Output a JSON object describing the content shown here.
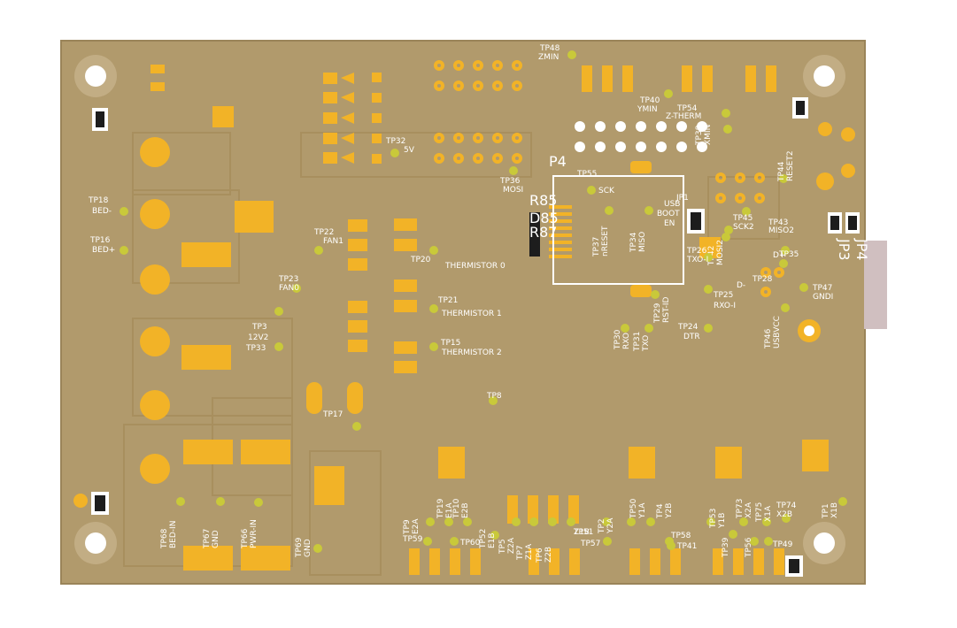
{
  "colors": {
    "board": "#b19a6c",
    "trace": "#a88f5e",
    "pad": "#f2b327",
    "testpoint": "#c9c93a",
    "silk": "#ffffff",
    "mount_ring": "#c2ad84",
    "connector": "#d0bfc0"
  },
  "testpoints": [
    {
      "id": "tp48",
      "label": "TP48",
      "sub": "ZMIN"
    },
    {
      "id": "tp40",
      "label": "TP40",
      "sub": "YMIN"
    },
    {
      "id": "tp54",
      "label": "TP54",
      "sub": "Z-THERM"
    },
    {
      "id": "tp38",
      "label": "TP38",
      "sub": "XMIN"
    },
    {
      "id": "tp44",
      "label": "TP44",
      "sub": "RESET2"
    },
    {
      "id": "tp32",
      "label": "TP32",
      "sub": "5V"
    },
    {
      "id": "tp36",
      "label": "TP36",
      "sub": "MOSI"
    },
    {
      "id": "tp55",
      "label": "TP55",
      "sub": "SCK"
    },
    {
      "id": "tp37",
      "label": "TP37",
      "sub": "nRESET"
    },
    {
      "id": "tp34",
      "label": "TP34",
      "sub": "MISO"
    },
    {
      "id": "tp45",
      "label": "TP45",
      "sub": "SCK2"
    },
    {
      "id": "tp43",
      "label": "TP43",
      "sub": "MISO2"
    },
    {
      "id": "tp42",
      "label": "TP42",
      "sub": "MOSI2"
    },
    {
      "id": "tp26",
      "label": "TP26",
      "sub": "TXO-I"
    },
    {
      "id": "tp35",
      "label": "TP35",
      "sub": "D+"
    },
    {
      "id": "tp28",
      "label": "TP28",
      "sub": "D-"
    },
    {
      "id": "tp47",
      "label": "TP47",
      "sub": "GNDI"
    },
    {
      "id": "tp25",
      "label": "TP25",
      "sub": "RXO-I"
    },
    {
      "id": "tp29",
      "label": "TP29",
      "sub": "RST-ID"
    },
    {
      "id": "tp24",
      "label": "TP24",
      "sub": "DTR"
    },
    {
      "id": "tp46",
      "label": "TP46",
      "sub": "USBVCC"
    },
    {
      "id": "tp30",
      "label": "TP30",
      "sub": "RXO"
    },
    {
      "id": "tp31",
      "label": "TP31",
      "sub": "TXO"
    },
    {
      "id": "tp18",
      "label": "TP18",
      "sub": "BED-"
    },
    {
      "id": "tp16",
      "label": "TP16",
      "sub": "BED+"
    },
    {
      "id": "tp22",
      "label": "TP22",
      "sub": "FAN1"
    },
    {
      "id": "tp23",
      "label": "TP23",
      "sub": "FAN0"
    },
    {
      "id": "tp20",
      "label": "TP20",
      "sub": "THERMISTOR 0"
    },
    {
      "id": "tp21",
      "label": "TP21",
      "sub": "THERMISTOR 1"
    },
    {
      "id": "tp15",
      "label": "TP15",
      "sub": "THERMISTOR 2"
    },
    {
      "id": "tp3",
      "label": "TP3",
      "sub": "12V2"
    },
    {
      "id": "tp33",
      "label": "TP33",
      "sub": ""
    },
    {
      "id": "tp17",
      "label": "TP17",
      "sub": ""
    },
    {
      "id": "tp8",
      "label": "TP8",
      "sub": ""
    },
    {
      "id": "tp68",
      "label": "TP68",
      "sub": "BED-IN"
    },
    {
      "id": "tp67",
      "label": "TP67",
      "sub": "GND"
    },
    {
      "id": "tp66",
      "label": "TP66",
      "sub": "PWR-IN"
    },
    {
      "id": "tp69",
      "label": "TP69",
      "sub": "GND"
    },
    {
      "id": "tp9",
      "label": "TP9",
      "sub": "E2A"
    },
    {
      "id": "tp19",
      "label": "TP19",
      "sub": "E1A"
    },
    {
      "id": "tp10",
      "label": "TP10",
      "sub": "E2B"
    },
    {
      "id": "tp59",
      "label": "TP59",
      "sub": ""
    },
    {
      "id": "tp60",
      "label": "TP60",
      "sub": ""
    },
    {
      "id": "tp52",
      "label": "TP52",
      "sub": "E1B"
    },
    {
      "id": "tp5",
      "label": "TP5",
      "sub": "Z2A"
    },
    {
      "id": "tp7",
      "label": "TP7",
      "sub": "Z1A"
    },
    {
      "id": "tp6",
      "label": "TP6",
      "sub": "Z2B"
    },
    {
      "id": "tp51",
      "label": "TP51",
      "sub": "Z1B"
    },
    {
      "id": "tp2",
      "label": "TP2",
      "sub": "Y2A"
    },
    {
      "id": "tp57",
      "label": "TP57",
      "sub": ""
    },
    {
      "id": "tp50",
      "label": "TP50",
      "sub": "Y1A"
    },
    {
      "id": "tp4",
      "label": "TP4",
      "sub": "Y2B"
    },
    {
      "id": "tp58",
      "label": "TP58",
      "sub": ""
    },
    {
      "id": "tp41",
      "label": "TP41",
      "sub": ""
    },
    {
      "id": "tp53",
      "label": "TP53",
      "sub": "Y1B"
    },
    {
      "id": "tp39",
      "label": "TP39",
      "sub": ""
    },
    {
      "id": "tp73",
      "label": "TP73",
      "sub": "X2A"
    },
    {
      "id": "tp56",
      "label": "TP56",
      "sub": ""
    },
    {
      "id": "tp75",
      "label": "TP75",
      "sub": "X1A"
    },
    {
      "id": "tp74",
      "label": "TP74",
      "sub": "X2B"
    },
    {
      "id": "tp49",
      "label": "TP49",
      "sub": ""
    },
    {
      "id": "tp1",
      "label": "TP1",
      "sub": "X1B"
    }
  ],
  "designators": {
    "p4": "P4",
    "r85": "R85",
    "d85": "D85",
    "r87": "R87",
    "jp1": "JP1",
    "jp3": "JP3",
    "jp4": "JP4",
    "usb_boot": "USB",
    "usb_boot2": "BOOT",
    "usb_boot3": "EN"
  },
  "icons": {
    "mount_hole": "mounting-hole-icon",
    "pad": "pad-icon",
    "via": "via-icon"
  }
}
